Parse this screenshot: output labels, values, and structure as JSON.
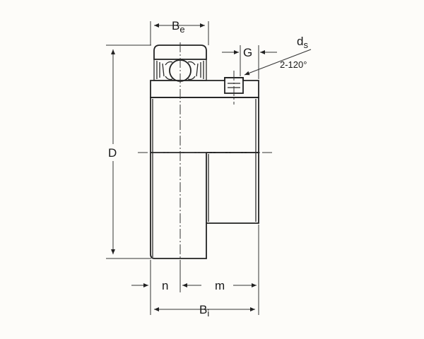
{
  "labels": {
    "be_main": "B",
    "be_sub": "e",
    "g": "G",
    "ds_main": "d",
    "ds_sub": "s",
    "holes": "2-120°",
    "d": "D",
    "n": "n",
    "m": "m",
    "bi_main": "B",
    "bi_sub": "i"
  },
  "colors": {
    "line": "#2a2a2a",
    "paper": "#fdfcf9",
    "fill": "#ffffff"
  }
}
